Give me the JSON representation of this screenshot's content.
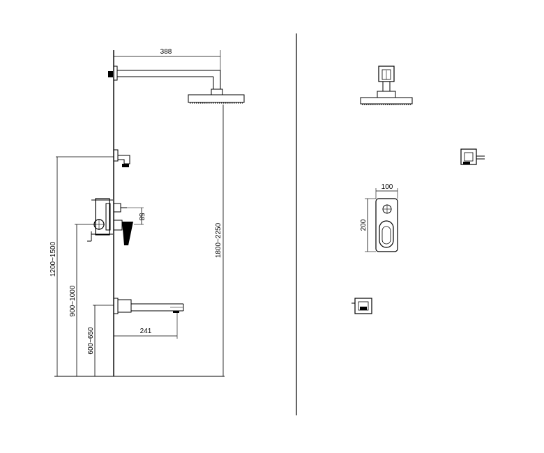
{
  "dimensions": {
    "shower_arm_length": "388",
    "tub_spout_projection": "241",
    "mixer_handle_offset": "58",
    "shower_head_height": "1800~2250",
    "side_outlet_height": "1200~1500",
    "mixer_height": "900~1000",
    "tub_spout_height": "600~650",
    "plate_width": "100",
    "plate_height": "200"
  },
  "colors": {
    "line": "#000000",
    "background": "#ffffff"
  }
}
